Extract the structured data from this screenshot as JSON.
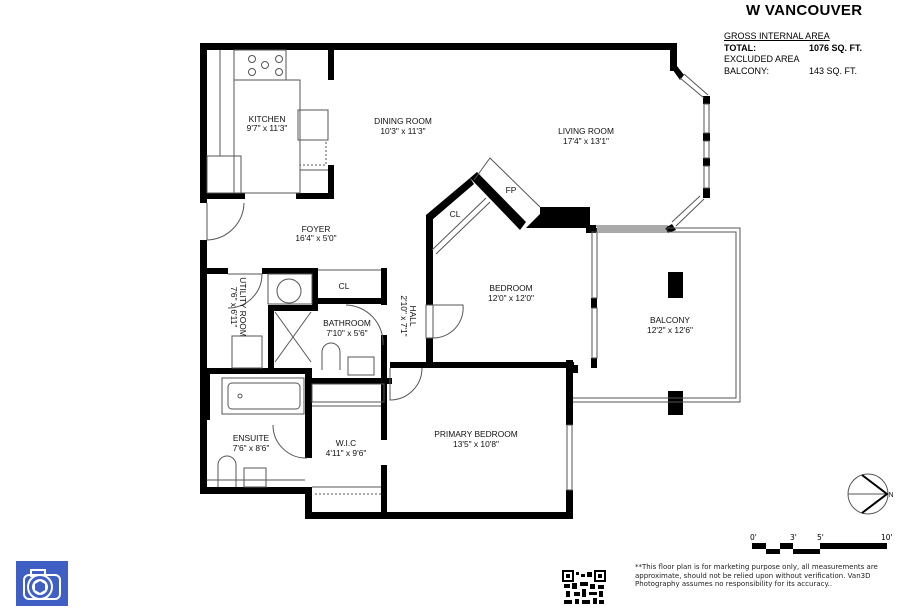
{
  "header": {
    "title": "W VANCOUVER",
    "gross_area_heading": "GROSS INTERNAL AREA",
    "total_label": "TOTAL:",
    "total_value": "1076 SQ. FT.",
    "excluded_heading": "EXCLUDED AREA",
    "balcony_label": "BALCONY:",
    "balcony_value": "143 SQ. FT."
  },
  "rooms": [
    {
      "name": "KITCHEN",
      "dims": "9'7\" x 11'3\""
    },
    {
      "name": "DINING ROOM",
      "dims": "10'3\" x 11'3\""
    },
    {
      "name": "LIVING ROOM",
      "dims": "17'4\" x 13'1\""
    },
    {
      "name": "FOYER",
      "dims": "16'4\" x 5'0\""
    },
    {
      "name": "UTILITY ROOM",
      "dims": "7'6\" x 6'11\""
    },
    {
      "name": "BATHROOM",
      "dims": "7'10\" x 5'6\""
    },
    {
      "name": "HALL",
      "dims": "2'10\" x 7'1\""
    },
    {
      "name": "BEDROOM",
      "dims": "12'0\" x 12'0\""
    },
    {
      "name": "BALCONY",
      "dims": "12'2\" x 12'6\""
    },
    {
      "name": "ENSUITE",
      "dims": "7'6\" x 8'6\""
    },
    {
      "name": "W.I.C",
      "dims": "4'11\" x 9'6\""
    },
    {
      "name": "PRIMARY BEDROOM",
      "dims": "13'5\" x 10'8\""
    }
  ],
  "fixtures": {
    "closet_1": "CL",
    "closet_2": "CL",
    "fireplace": "FP"
  },
  "compass": {
    "north_label": "N"
  },
  "scale": {
    "ticks": [
      "0'",
      "3'",
      "5'",
      "10'"
    ]
  },
  "footer": {
    "disclaimer": "**This floor plan is for marketing purpose only, all measurements are approximate, should not be relied upon without verification. Van3D Photography assumes no responsibility for its accuracy.."
  },
  "icons": {
    "logo": "camera-shutter-icon",
    "qr": "qr-code-icon"
  },
  "colors": {
    "wall": "#000000",
    "logo_bg": "#3f5fc4",
    "background": "#ffffff"
  }
}
